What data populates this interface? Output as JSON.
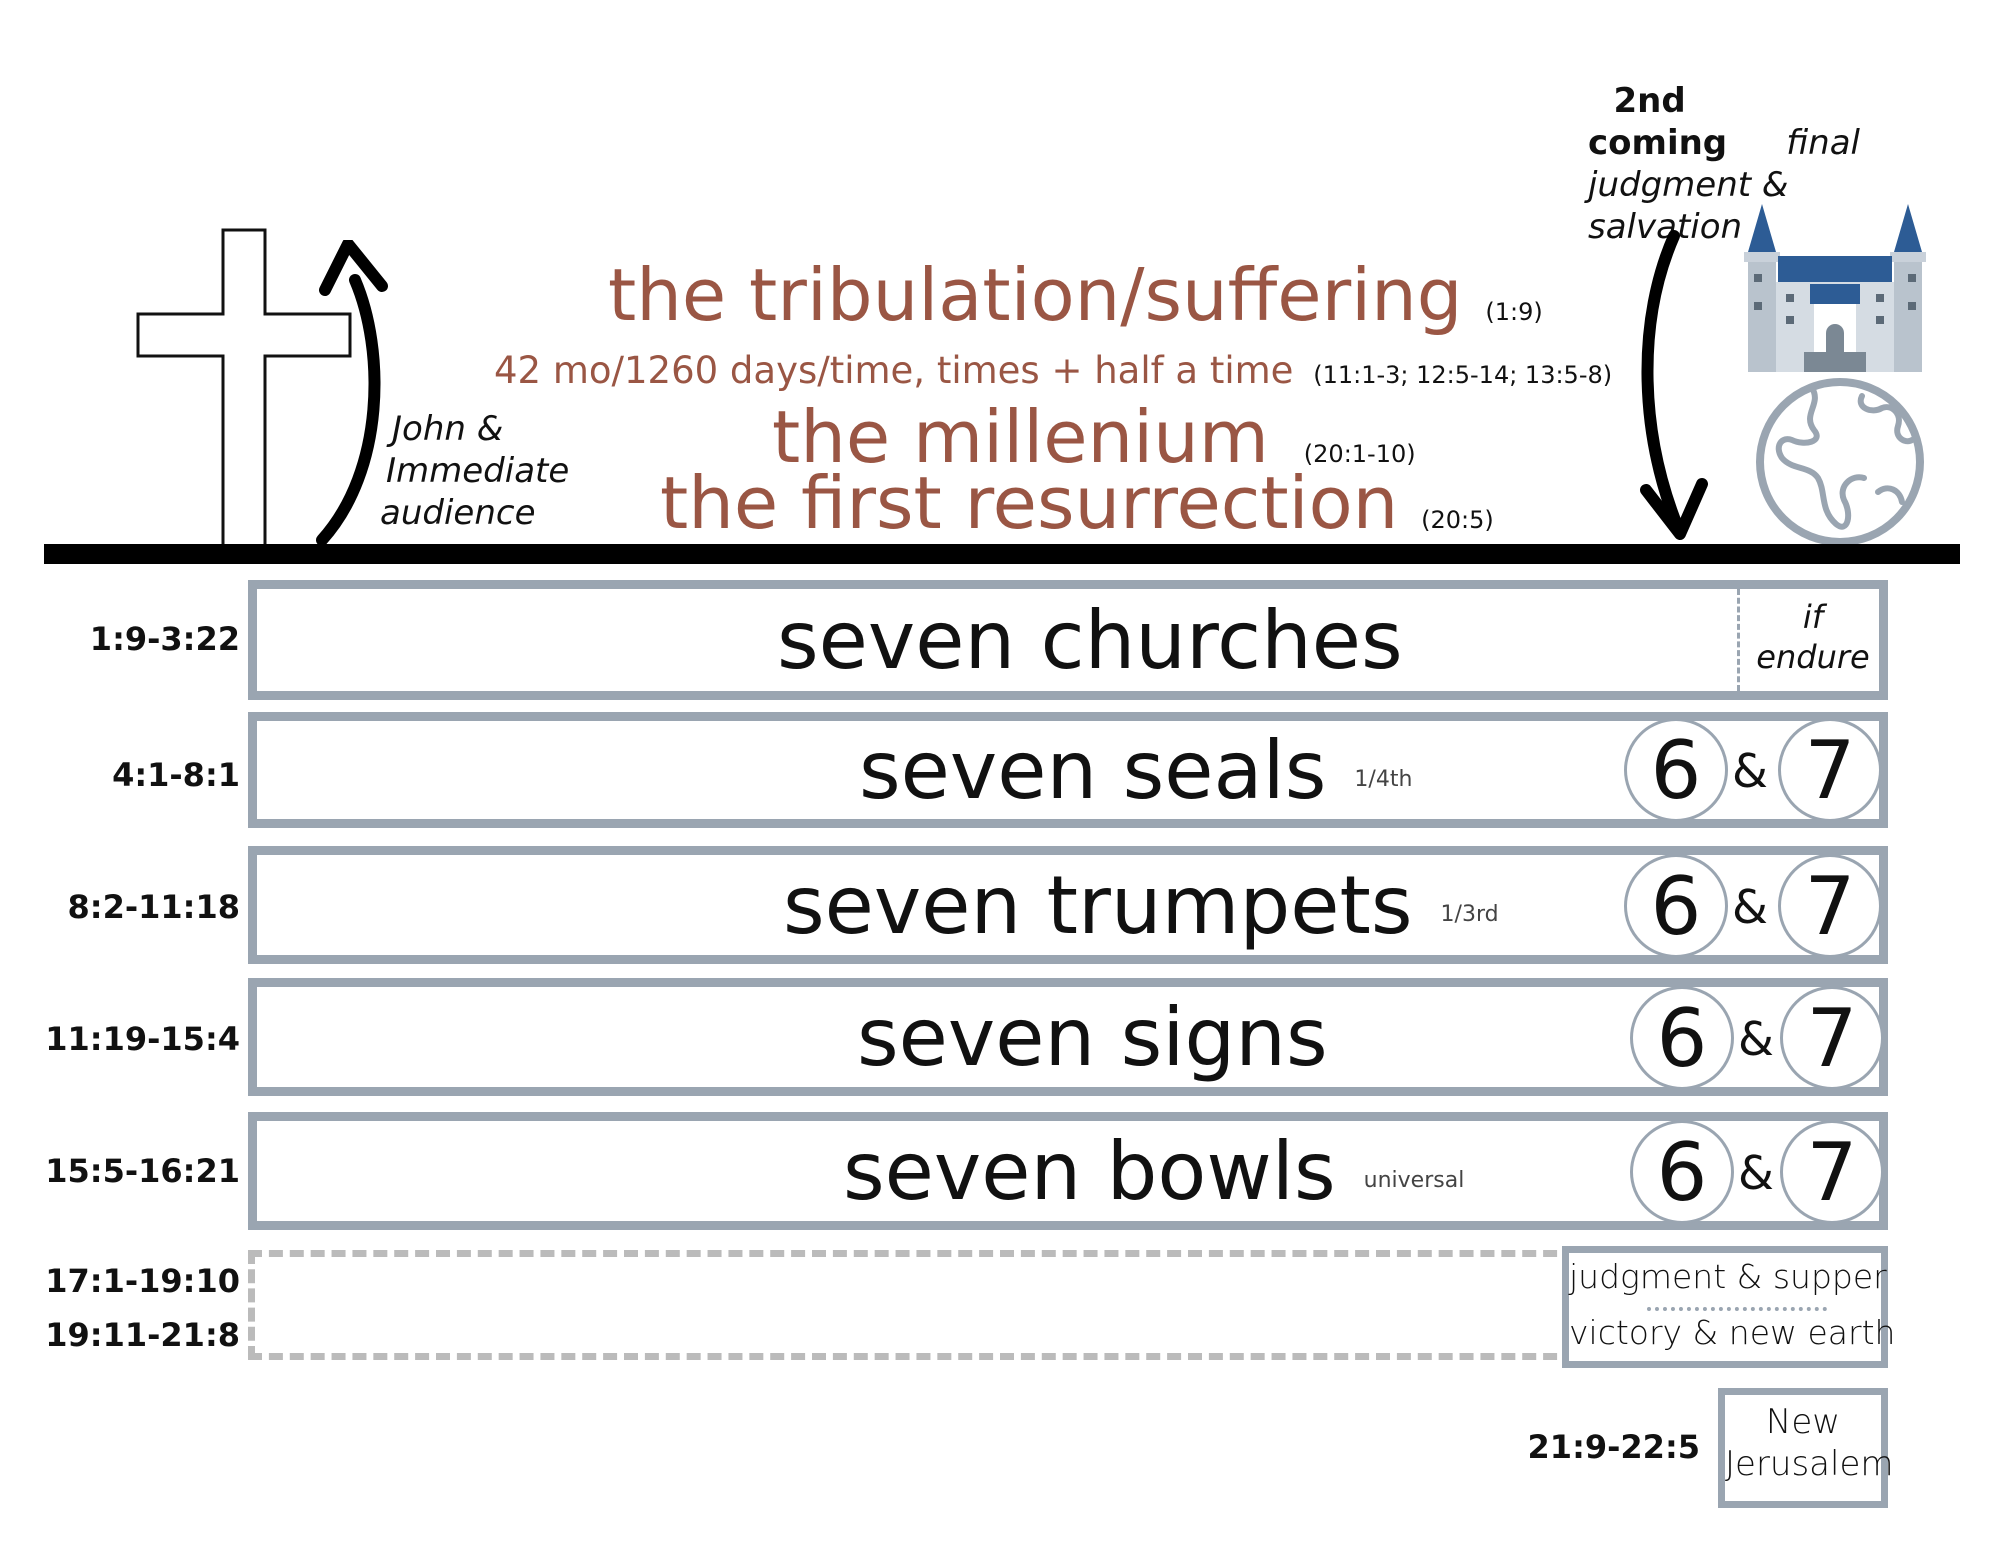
{
  "colors": {
    "rust": "#9a5644",
    "panel_border": "#9aa5b1",
    "dashed": "#bbbbbb",
    "line": "#000000"
  },
  "top": {
    "john_note": [
      "John &",
      "Immediate",
      "audience"
    ],
    "second_coming": [
      "2nd",
      "coming"
    ],
    "final_note": [
      "final",
      "judgment & salvation"
    ],
    "tribulation": {
      "text": "the tribulation/suffering",
      "ref": "(1:9)"
    },
    "period": {
      "text": "42 mo/1260 days/time, times + half a time",
      "ref": "(11:1-3; 12:5-14; 13:5-8)"
    },
    "millenium": {
      "text": "the millenium",
      "ref": "(20:1-10)"
    },
    "resurrection": {
      "text": "the first resurrection",
      "ref": "(20:5)"
    }
  },
  "icons": [
    "cross-icon",
    "arrow-up-icon",
    "arrow-down-icon",
    "castle-icon",
    "globe-icon"
  ],
  "rows": [
    {
      "ref": "1:9-3:22",
      "label": "seven churches",
      "note": "",
      "side": [
        "if",
        "endure"
      ]
    },
    {
      "ref": "4:1-8:1",
      "label": "seven seals",
      "note": "1/4th",
      "six": "6",
      "amp": "&",
      "seven": "7"
    },
    {
      "ref": "8:2-11:18",
      "label": "seven trumpets",
      "note": "1/3rd",
      "six": "6",
      "amp": "&",
      "seven": "7"
    },
    {
      "ref": "11:19-15:4",
      "label": "seven signs",
      "note": "",
      "six": "6",
      "amp": "&",
      "seven": "7"
    },
    {
      "ref": "15:5-16:21",
      "label": "seven bowls",
      "note": "universal",
      "six": "6",
      "amp": "&",
      "seven": "7"
    }
  ],
  "finale": {
    "refs": [
      "17:1-19:10",
      "19:11-21:8"
    ],
    "judgment": "judgment & supper",
    "victory": "victory & new earth"
  },
  "jerusalem": {
    "ref": "21:9-22:5",
    "label": [
      "New",
      "Jerusalem"
    ]
  }
}
